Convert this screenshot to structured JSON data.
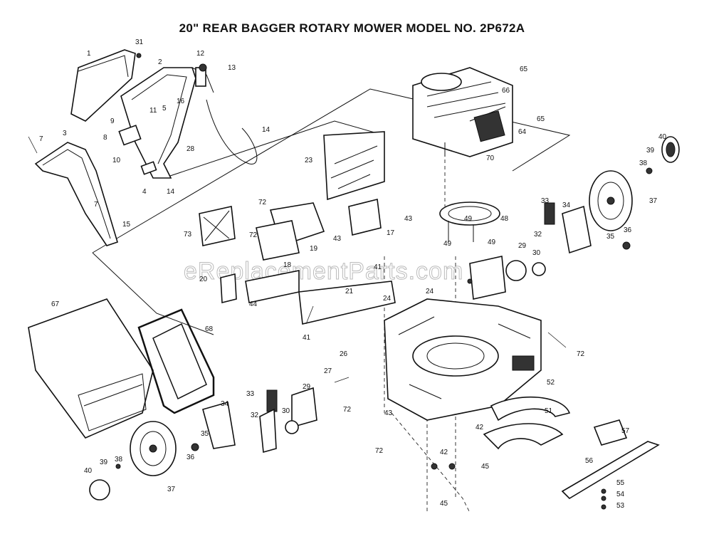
{
  "title": "20\" REAR BAGGER ROTARY MOWER MODEL NO. 2P672A",
  "watermark": "eReplacementParts.com",
  "labels": [
    "1",
    "2",
    "3",
    "4",
    "5",
    "7",
    "8",
    "9",
    "10",
    "11",
    "12",
    "13",
    "14",
    "15",
    "16",
    "17",
    "18",
    "19",
    "20",
    "21",
    "23",
    "24",
    "26",
    "27",
    "28",
    "29",
    "30",
    "31",
    "32",
    "33",
    "34",
    "35",
    "36",
    "37",
    "38",
    "39",
    "40",
    "41",
    "42",
    "43",
    "44",
    "45",
    "48",
    "49",
    "51",
    "52",
    "53",
    "54",
    "55",
    "56",
    "57",
    "64",
    "65",
    "66",
    "67",
    "68",
    "70",
    "72",
    "73"
  ]
}
